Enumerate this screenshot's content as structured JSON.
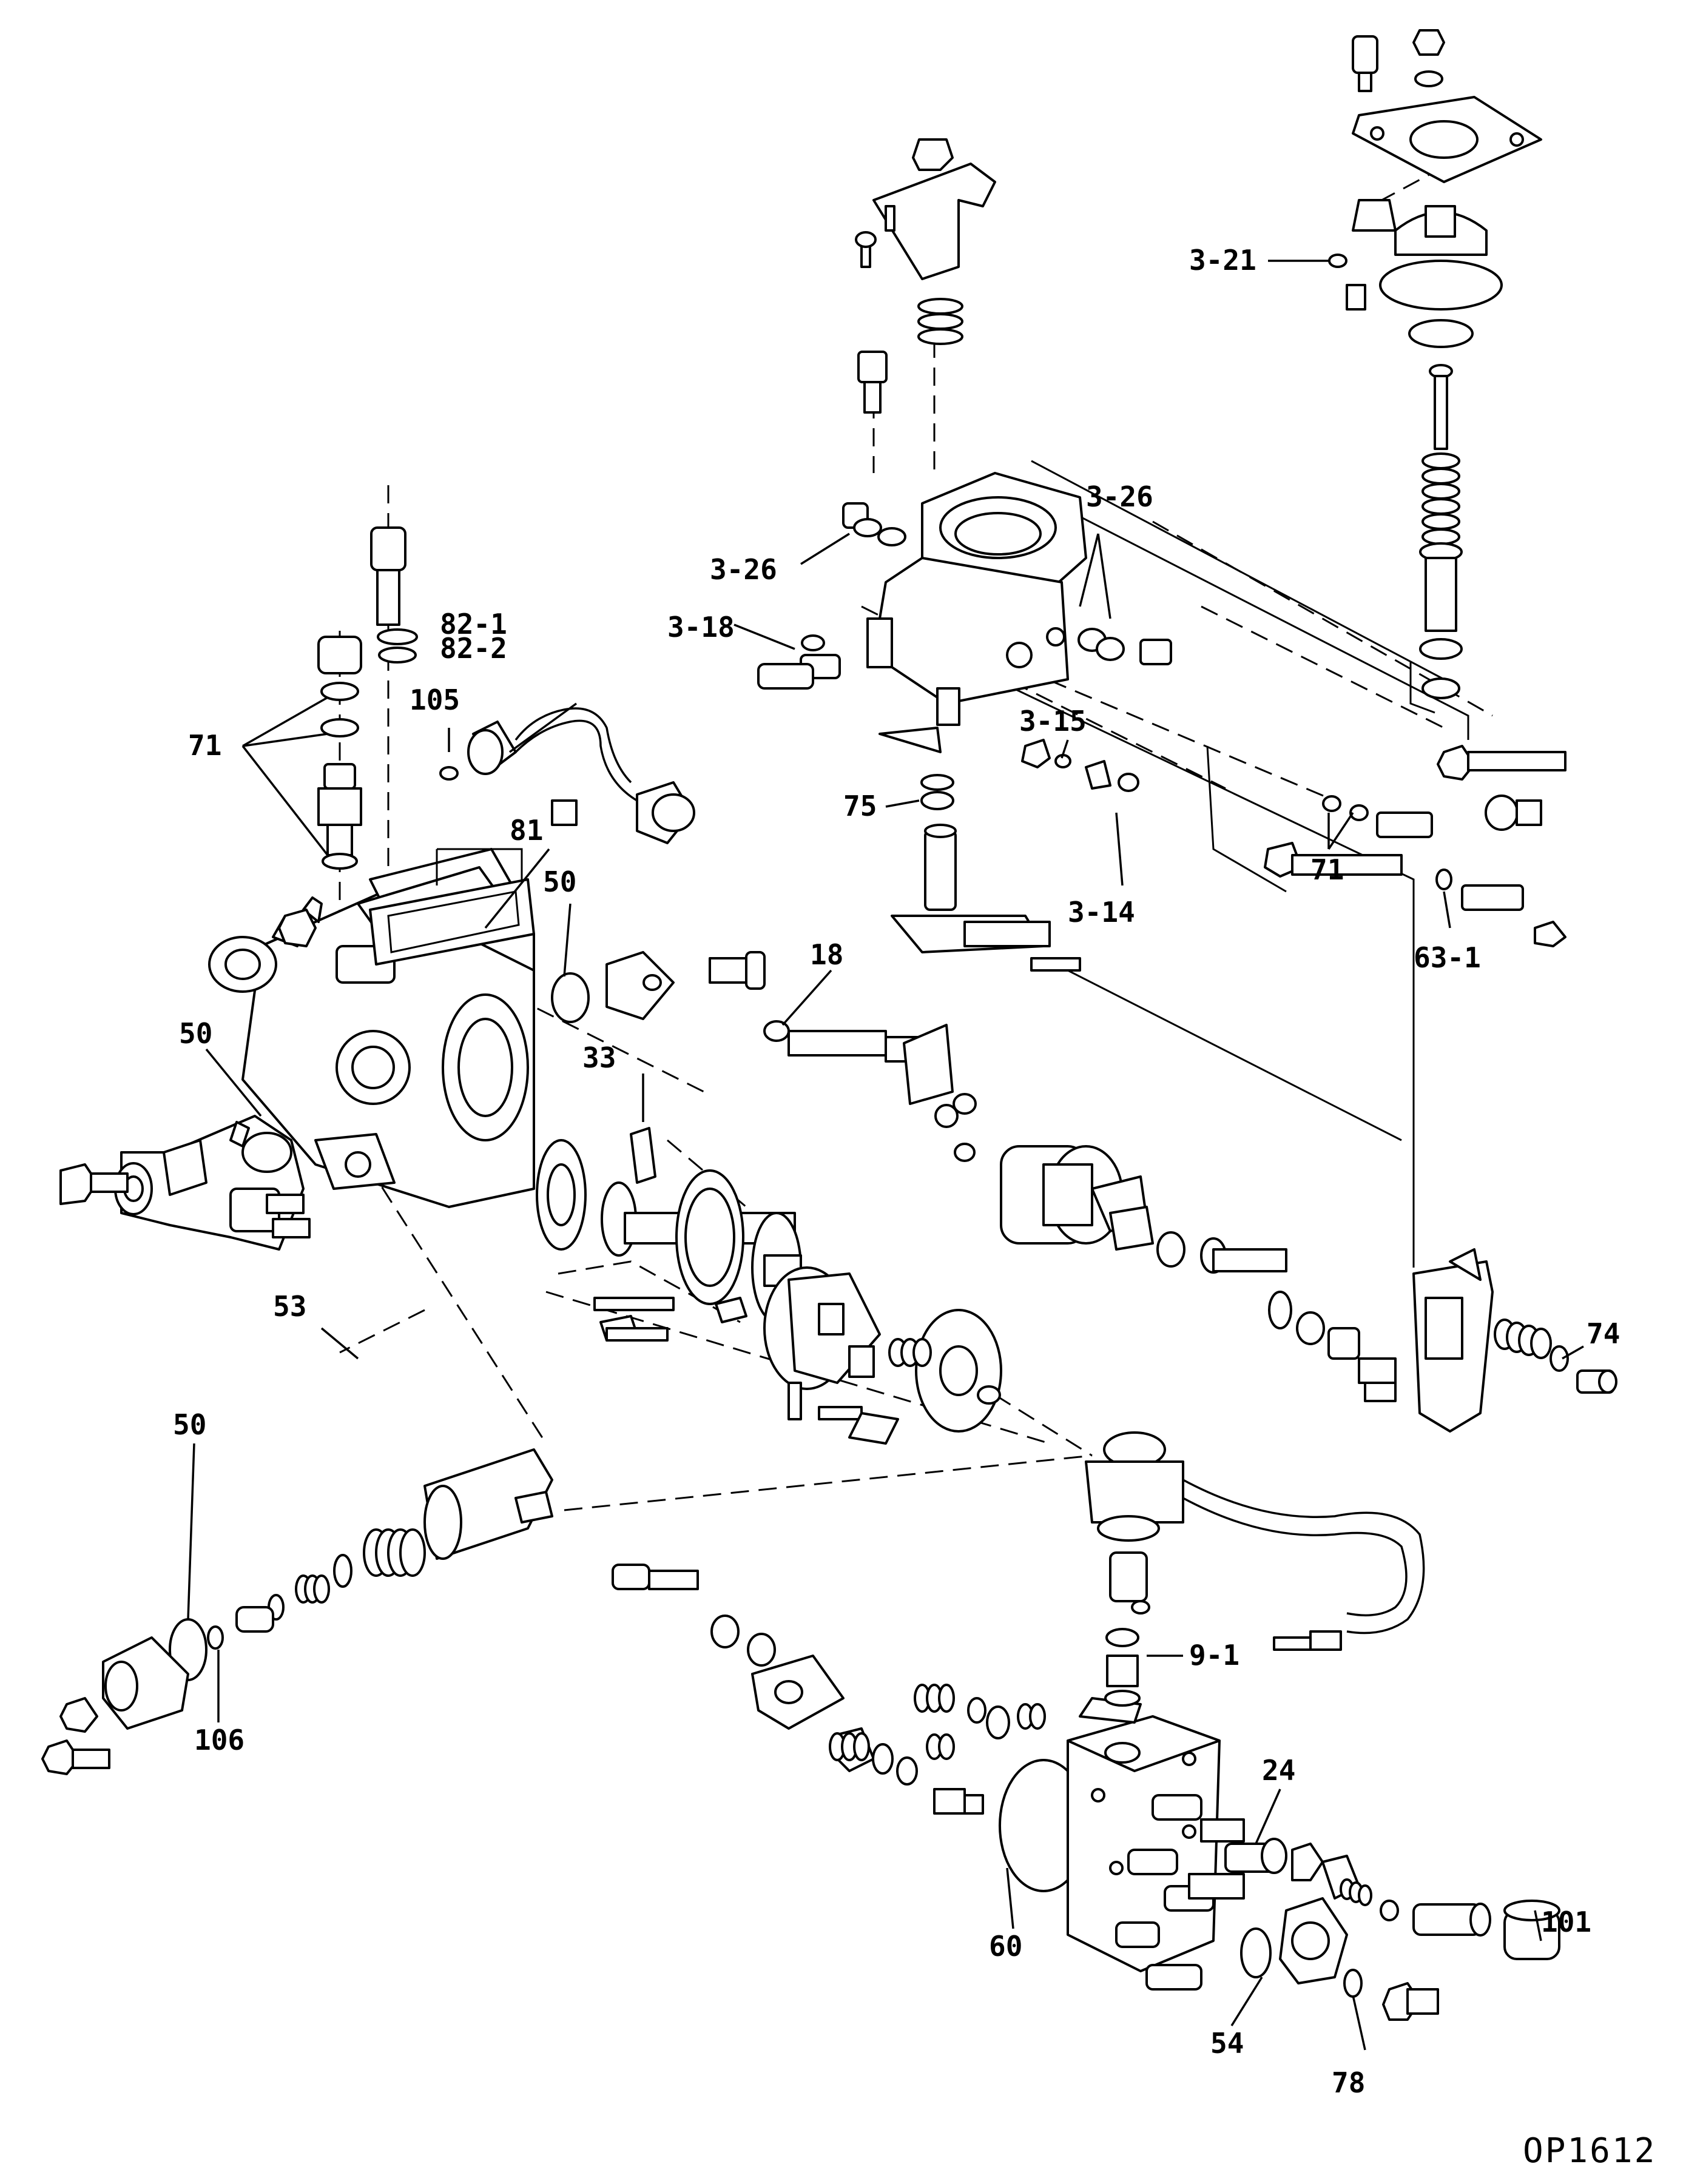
{
  "diagram": {
    "drawing_code": "OP1612",
    "callouts": [
      "3-21",
      "3-26",
      "3-26",
      "3-18",
      "3-15",
      "75",
      "3-14",
      "71",
      "63-1",
      "82-1",
      "82-2",
      "105",
      "71",
      "81",
      "50",
      "18",
      "50",
      "33",
      "74",
      "53",
      "50",
      "106",
      "9-1",
      "24",
      "60",
      "101",
      "54",
      "78"
    ]
  }
}
